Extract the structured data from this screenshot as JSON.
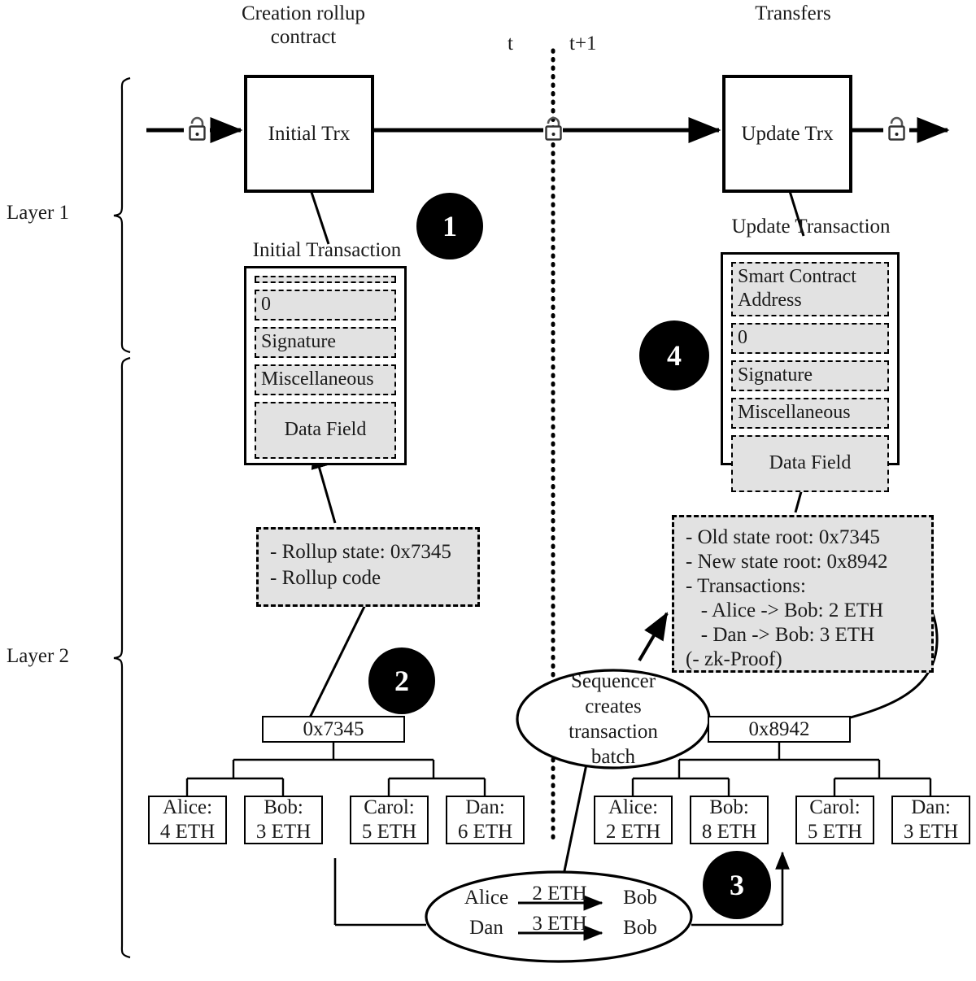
{
  "title": "Rollup creation and update lifecycle diagram",
  "captions": {
    "creation": "Creation rollup\ncontract",
    "creation_l1": "Creation rollup",
    "creation_l2": "contract",
    "transfers": "Transfers",
    "time_t": "t",
    "time_t1": "t+1"
  },
  "layers": {
    "layer1": "Layer 1",
    "layer2": "Layer 2"
  },
  "l1": {
    "initial_trx": "Initial Trx",
    "update_trx": "Update Trx",
    "lock_icon": "lock-icon"
  },
  "initial_transaction": {
    "title": "Initial Transaction",
    "fields": [
      {
        "label": "",
        "name": "recipient-address-field"
      },
      {
        "label": "0",
        "name": "value-field"
      },
      {
        "label": "Signature",
        "name": "signature-field"
      },
      {
        "label": "Miscellaneous",
        "name": "miscellaneous-field"
      },
      {
        "label": "Data Field",
        "name": "data-field"
      }
    ]
  },
  "update_transaction": {
    "title": "Update Transaction",
    "fields": [
      {
        "label": "Smart Contract\nAddress",
        "line1": "Smart Contract",
        "line2": "Address",
        "name": "recipient-address-field"
      },
      {
        "label": "0",
        "name": "value-field"
      },
      {
        "label": "Signature",
        "name": "signature-field"
      },
      {
        "label": "Miscellaneous",
        "name": "miscellaneous-field"
      },
      {
        "label": "Data Field",
        "name": "data-field"
      }
    ]
  },
  "initial_data_blob": {
    "lines": [
      "- Rollup state: 0x7345",
      "- Rollup code"
    ]
  },
  "update_data_blob": {
    "lines": [
      "- Old state root: 0x7345",
      "- New state root: 0x8942",
      "- Transactions:",
      "   - Alice -> Bob: 2 ETH",
      "   - Dan -> Bob: 3 ETH",
      "(- zk-Proof)"
    ]
  },
  "tree_before": {
    "root": "0x7345",
    "leaves": [
      {
        "name": "Alice:",
        "balance": "4 ETH"
      },
      {
        "name": "Bob:",
        "balance": "3 ETH"
      },
      {
        "name": "Carol:",
        "balance": "5 ETH"
      },
      {
        "name": "Dan:",
        "balance": "6 ETH"
      }
    ]
  },
  "tree_after": {
    "root": "0x8942",
    "leaves": [
      {
        "name": "Alice:",
        "balance": "2 ETH"
      },
      {
        "name": "Bob:",
        "balance": "8 ETH"
      },
      {
        "name": "Carol:",
        "balance": "5 ETH"
      },
      {
        "name": "Dan:",
        "balance": "3 ETH"
      }
    ]
  },
  "sequencer_ellipse": {
    "line1": "Sequencer",
    "line2": "creates",
    "line3": "transaction",
    "line4": "batch"
  },
  "transfer_ellipse": {
    "rows": [
      {
        "from": "Alice",
        "amount": "2 ETH",
        "to": "Bob"
      },
      {
        "from": "Dan",
        "amount": "3 ETH",
        "to": "Bob"
      }
    ]
  },
  "steps": [
    {
      "n": "1"
    },
    {
      "n": "2"
    },
    {
      "n": "3"
    },
    {
      "n": "4"
    }
  ],
  "colors": {
    "stroke": "#000000",
    "field_fill": "#e2e2e2",
    "circle_fill": "#000000",
    "circle_text": "#ffffff",
    "background": "#ffffff"
  }
}
